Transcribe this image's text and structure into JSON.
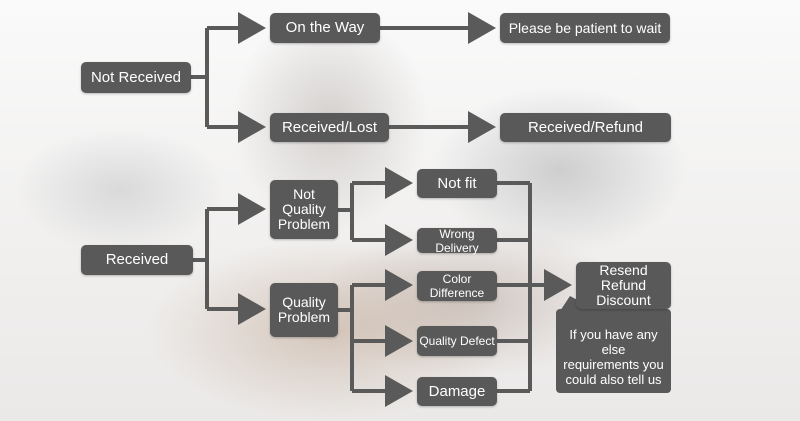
{
  "nodes": {
    "not_received": "Not Received",
    "on_the_way": "On the Way",
    "please_wait": "Please be patient to wait",
    "received_lost": "Received/Lost",
    "received_refund": "Received/Refund",
    "received": "Received",
    "not_quality_problem": "Not\nQuality\nProblem",
    "quality_problem": "Quality\nProblem",
    "not_fit": "Not fit",
    "wrong_delivery": "Wrong Delivery",
    "color_difference": "Color Difference",
    "quality_defect": "Quality Defect",
    "damage": "Damage",
    "resend_refund_discount": "Resend\nRefund\nDiscount"
  },
  "callout": {
    "text": "If you have any else\nrequirements you\ncould also tell us"
  },
  "colors": {
    "box": "#595959",
    "line": "#5a5a5a",
    "text": "#ffffff"
  }
}
